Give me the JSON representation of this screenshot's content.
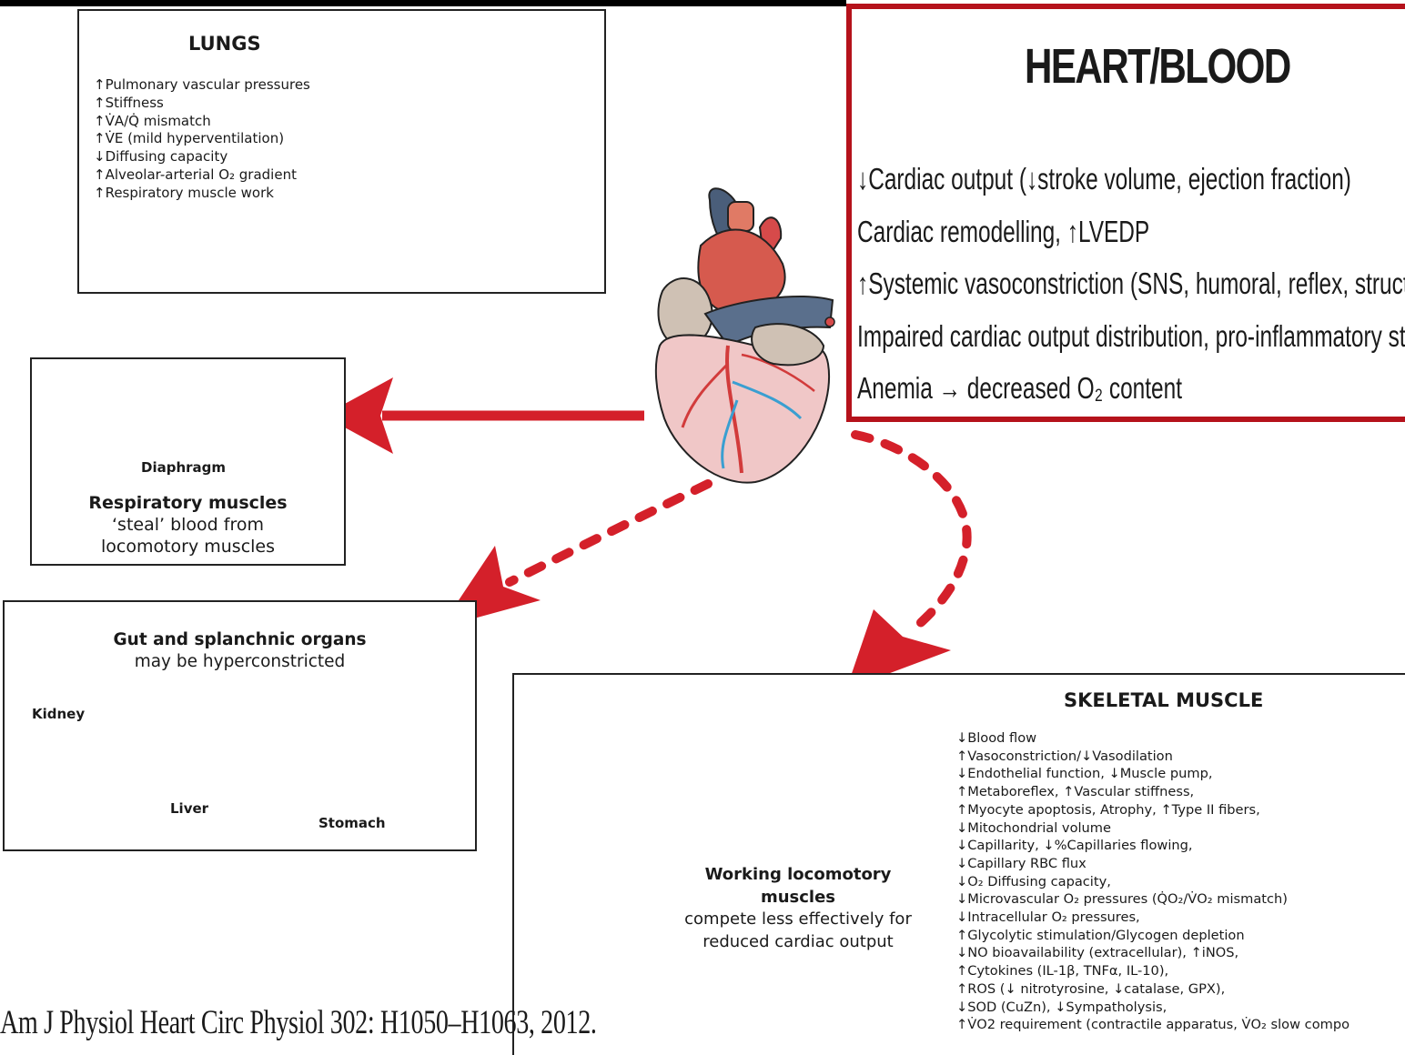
{
  "lungs": {
    "title": "LUNGS",
    "items": [
      "↑Pulmonary vascular pressures",
      "↑Stiffness",
      "↑V̇A/Q̇ mismatch",
      "↑V̇E (mild hyperventilation)",
      "↓Diffusing capacity",
      "↑Alveolar-arterial O₂ gradient",
      "↑Respiratory muscle work"
    ]
  },
  "heart": {
    "title": "HEART/BLOOD",
    "items": [
      "↓Cardiac output (↓stroke volume, ejection fraction)",
      "Cardiac remodelling, ↑LVEDP",
      "↑Systemic vasoconstriction (SNS, humoral, reflex, structural)",
      "Impaired cardiac output distribution, pro-inflammatory state",
      "Anemia → decreased O₂ content"
    ]
  },
  "diaphragm": {
    "label": "Diaphragm",
    "caption_bold": "Respiratory muscles",
    "caption_line2": "‘steal’ blood from",
    "caption_line3": "locomotory muscles"
  },
  "gut": {
    "heading": "Gut and splanchnic organs",
    "subheading": "may be hyperconstricted",
    "kidney": "Kidney",
    "liver": "Liver",
    "stomach": "Stomach"
  },
  "skeletal": {
    "title": "SKELETAL MUSCLE",
    "caption_bold_1": "Working locomotory",
    "caption_bold_2": "muscles",
    "caption_line3": "compete less effectively for",
    "caption_line4": "reduced cardiac output",
    "items": [
      "↓Blood flow",
      "↑Vasoconstriction/↓Vasodilation",
      "↓Endothelial function, ↓Muscle pump,",
      "↑Metaboreflex, ↑Vascular stiffness,",
      "↑Myocyte apoptosis, Atrophy, ↑Type II fibers,",
      "↓Mitochondrial volume",
      "↓Capillarity, ↓%Capillaries flowing,",
      "↓Capillary RBC flux",
      "↓O₂ Diffusing capacity,",
      "↓Microvascular O₂ pressures (Q̇O₂/V̇O₂ mismatch)",
      "↓Intracellular O₂ pressures,",
      "↑Glycolytic stimulation/Glycogen depletion",
      "↓NO bioavailability (extracellular), ↑iNOS,",
      "↑Cytokines (IL-1β, TNFα, IL-10),",
      "↑ROS (↓ nitrotyrosine, ↓catalase, GPX),",
      "↓SOD (CuZn), ↓Sympatholysis,",
      "↑V̇O2 requirement (contractile apparatus, V̇O₂ slow compo"
    ]
  },
  "citation": "Am J Physiol Heart Circ Physiol 302: H1050–H1063, 2012.",
  "colors": {
    "arrow_red": "#d4202a",
    "frame_red": "#b5121b",
    "organ_pink": "#e7a9ac",
    "liver_red": "#c4434d",
    "muscle_red": "#c8664a"
  }
}
